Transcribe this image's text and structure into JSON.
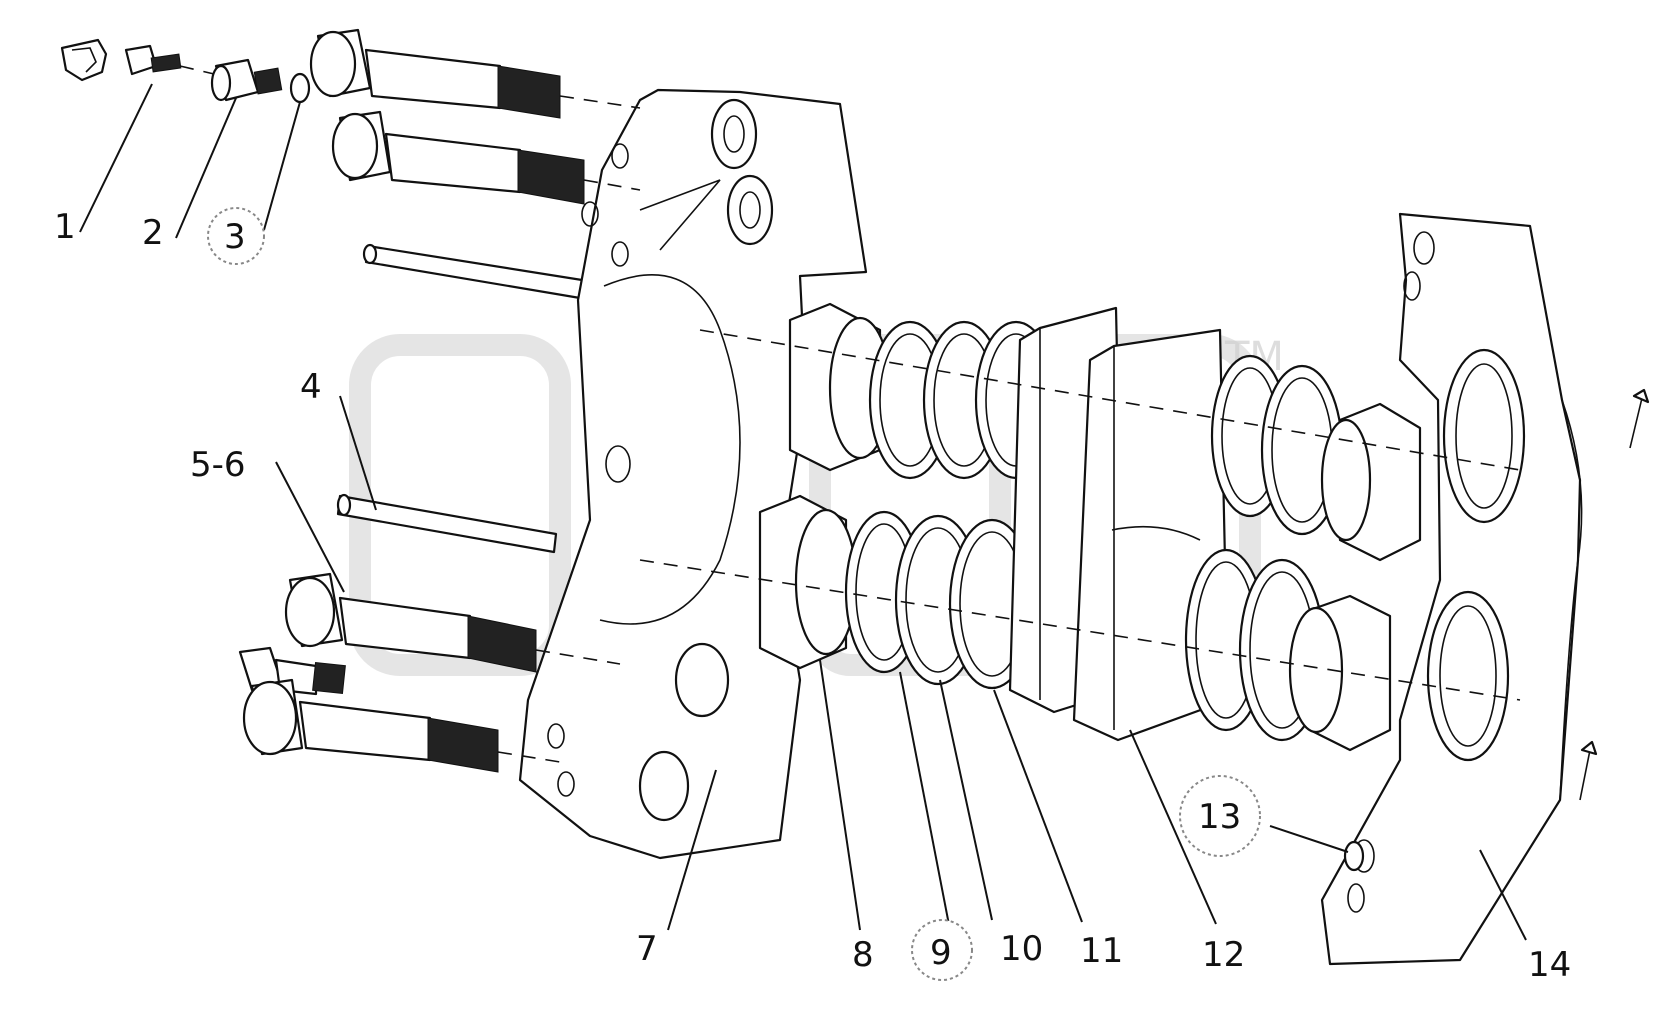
{
  "labels": {
    "l1": "1",
    "l2": "2",
    "l3": "3",
    "l4": "4",
    "l5": "5-6",
    "l7": "7",
    "l8": "8",
    "l9": "9",
    "l10": "10",
    "l11": "11",
    "l12": "12",
    "l13": "13",
    "l14": "14"
  },
  "watermark": {
    "trademark": "TM"
  },
  "colors": {
    "line": "#111111",
    "watermark": "#cfcfcf"
  }
}
